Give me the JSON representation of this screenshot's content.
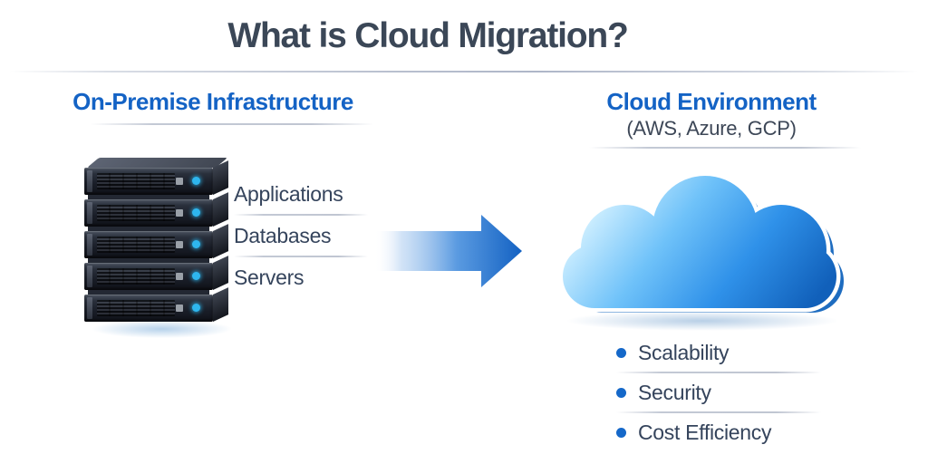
{
  "title": "What is Cloud Migration?",
  "left": {
    "heading": "On-Premise Infrastructure",
    "items": [
      {
        "label": "Applications"
      },
      {
        "label": "Databases"
      },
      {
        "label": "Servers"
      }
    ]
  },
  "right": {
    "heading": "Cloud Environment",
    "subheading": "(AWS, Azure, GCP)",
    "benefits": [
      {
        "label": "Scalability"
      },
      {
        "label": "Security"
      },
      {
        "label": "Cost Efficiency"
      }
    ]
  },
  "colors": {
    "accent_blue": "#1463c5",
    "title_text": "#3b4757",
    "body_text": "#35445c",
    "bullet_blue": "#1568c9",
    "led_cyan": "#2eb6ee",
    "arrow_blue": "#1160c2",
    "cloud_light": "#cdeeff",
    "cloud_dark": "#1160ba",
    "divider_gray": "#c3c9d5"
  }
}
